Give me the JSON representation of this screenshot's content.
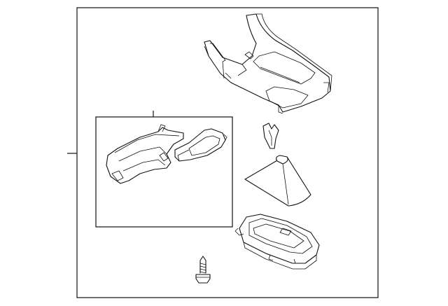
{
  "diagram": {
    "background": "#ffffff",
    "line_color": "#111111",
    "parts": [
      {
        "name": "console-panel"
      },
      {
        "name": "cup-holder-assembly"
      },
      {
        "name": "clip"
      },
      {
        "name": "shift-boot"
      },
      {
        "name": "storage-tray"
      },
      {
        "name": "screw"
      }
    ]
  }
}
